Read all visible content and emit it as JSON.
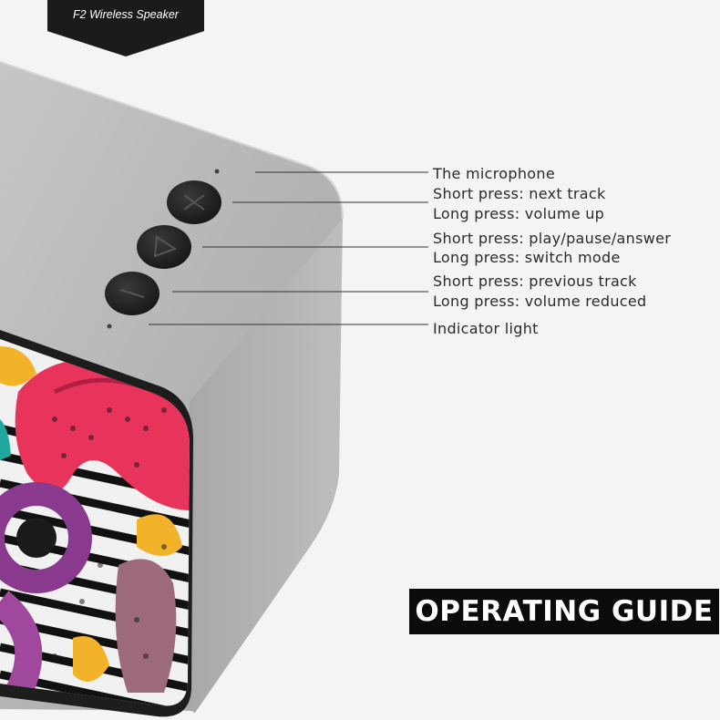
{
  "header": {
    "product_tag": "F2 Wireless Speaker"
  },
  "controls": {
    "microphone": "The microphone",
    "plus_button": {
      "short": "Short press: next track",
      "long": "Long press: volume up"
    },
    "play_button": {
      "short": "Short press: play/pause/answer",
      "long": "Long press: switch mode"
    },
    "minus_button": {
      "short": "Short press: previous track",
      "long": "Long press: volume reduced"
    },
    "indicator": "Indicator light"
  },
  "banner": {
    "title": "OPERATING GUIDE"
  },
  "icons": [
    "plus-icon",
    "play-icon",
    "minus-icon"
  ],
  "colors": {
    "background": "#f4f4f4",
    "speaker_body": "#b3b3b3",
    "button": "#1e1e1e",
    "banner_bg": "#0b0b0b",
    "banner_text": "#ffffff",
    "art_pink": "#e8335a",
    "art_purple": "#8a3a8e",
    "art_yellow": "#f2b22a"
  }
}
